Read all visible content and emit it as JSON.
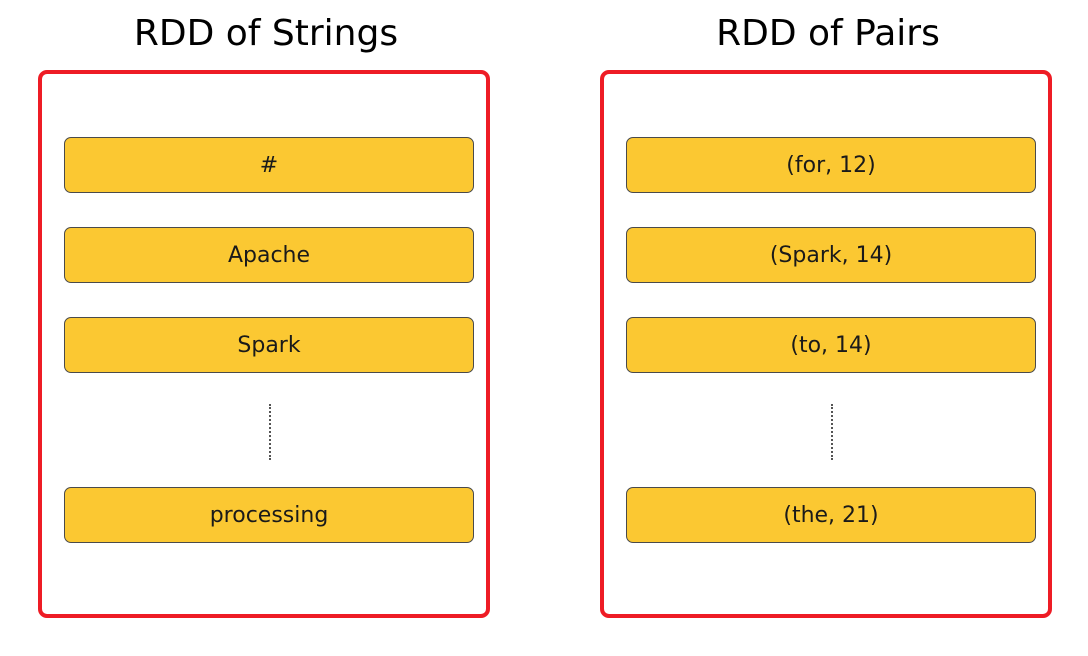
{
  "diagram": {
    "panels": [
      {
        "title": "RDD of Strings",
        "records": [
          "#",
          "Apache",
          "Spark"
        ],
        "last_record": "processing"
      },
      {
        "title": "RDD of Pairs",
        "records": [
          "(for, 12)",
          "(Spark, 14)",
          "(to, 14)"
        ],
        "last_record": "(the, 21)"
      }
    ],
    "colors": {
      "panel_border": "#ee1c25",
      "record_fill": "#fbc832",
      "record_border": "#4a4a4a"
    }
  }
}
